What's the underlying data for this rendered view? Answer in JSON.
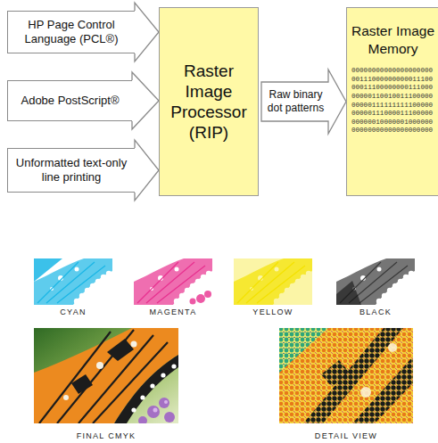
{
  "diagram": {
    "nodes": [
      {
        "text": [
          "HP Page Control Language (PCL®)"
        ]
      },
      {
        "text": [
          "Adobe PostScript®"
        ]
      },
      {
        "text": [
          "Unformatted text-only line printing"
        ]
      },
      {
        "text": [
          "Raster Image Processor (RIP)"
        ]
      },
      {
        "text": [
          "Raster Image Memory",
          "00000000000000000000 00111000000000011100 00011100000000111000 00000110010011100000 00000111111111100000 00000111000011100000 00000010000001000000 00000000000000000000"
        ]
      }
    ],
    "edges": [
      {
        "from": 0,
        "to": 3,
        "arrow": "to"
      },
      {
        "from": 1,
        "to": 3,
        "arrow": "to"
      },
      {
        "from": 2,
        "to": 3,
        "arrow": "to"
      },
      {
        "from": 3,
        "to": 4,
        "label": "Raw binary dot patterns",
        "arrow": "to"
      }
    ],
    "labels": [
      "CYAN",
      "MAGENTA",
      "YELLOW",
      "BLACK",
      "FINAL CMYK",
      "DETAIL VIEW"
    ]
  }
}
